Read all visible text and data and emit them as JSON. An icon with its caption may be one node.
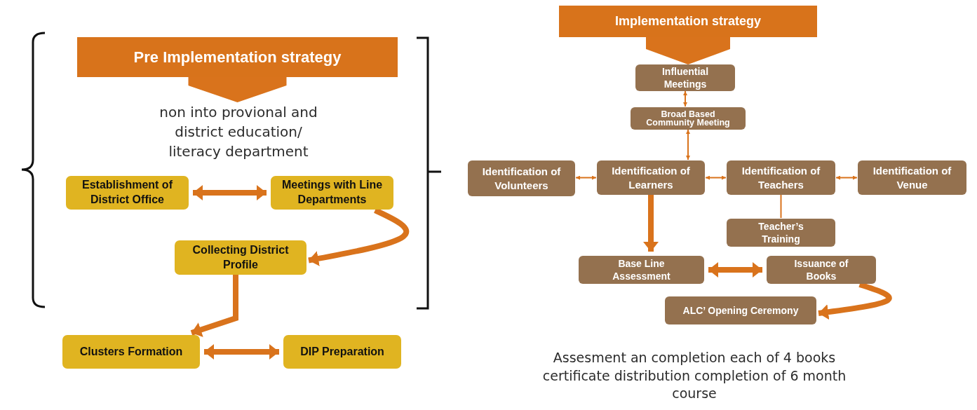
{
  "diagram": {
    "nodes": [
      {
        "text": [
          "Pre Implementation strategy"
        ]
      },
      {
        "text": [
          "non into provional and district education/ literacy department"
        ]
      },
      {
        "text": [
          "Establishment of District Office"
        ]
      },
      {
        "text": [
          "Meetings with Line Departments"
        ]
      },
      {
        "text": [
          "Collecting District Profile"
        ]
      },
      {
        "text": [
          "Clusters Formation"
        ]
      },
      {
        "text": [
          "DIP Preparation"
        ]
      },
      {
        "text": [
          "Implementation strategy"
        ]
      },
      {
        "text": [
          "Influential Meetings"
        ]
      },
      {
        "text": [
          "Broad Based Community Meeting"
        ]
      },
      {
        "text": [
          "Identification of Volunteers"
        ]
      },
      {
        "text": [
          "Identification of Learners"
        ]
      },
      {
        "text": [
          "Identification of Teachers"
        ]
      },
      {
        "text": [
          "Identification of Venue"
        ]
      },
      {
        "text": [
          "Teacher’s Training"
        ]
      },
      {
        "text": [
          "Base Line Assessment"
        ]
      },
      {
        "text": [
          "Issuance of Books"
        ]
      },
      {
        "text": [
          "ALC’ Opening Ceremony"
        ]
      }
    ],
    "edges": [
      {
        "from": 0,
        "to": 1,
        "arrow": "to",
        "style": "thick"
      },
      {
        "from": 2,
        "to": 3,
        "arrow": "both"
      },
      {
        "from": 3,
        "to": 4,
        "arrow": "to"
      },
      {
        "from": 4,
        "to": 5,
        "arrow": "to"
      },
      {
        "from": 5,
        "to": 6,
        "arrow": "both"
      },
      {
        "from": 7,
        "to": 8,
        "arrow": "to",
        "style": "thick"
      },
      {
        "from": 8,
        "to": 9,
        "arrow": "both"
      },
      {
        "from": 9,
        "to": 11,
        "arrow": "both"
      },
      {
        "from": 11,
        "to": 10,
        "arrow": "both"
      },
      {
        "from": 11,
        "to": 12,
        "arrow": "both"
      },
      {
        "from": 12,
        "to": 13,
        "arrow": "both"
      },
      {
        "from": 12,
        "to": 14,
        "arrow": "none"
      },
      {
        "from": 11,
        "to": 15,
        "arrow": "to"
      },
      {
        "from": 15,
        "to": 16,
        "arrow": "both"
      },
      {
        "from": 16,
        "to": 17,
        "arrow": "to"
      }
    ],
    "labels": [
      "Assesment an completion each of 4 books certificate distribution completion of 6 month course"
    ]
  }
}
